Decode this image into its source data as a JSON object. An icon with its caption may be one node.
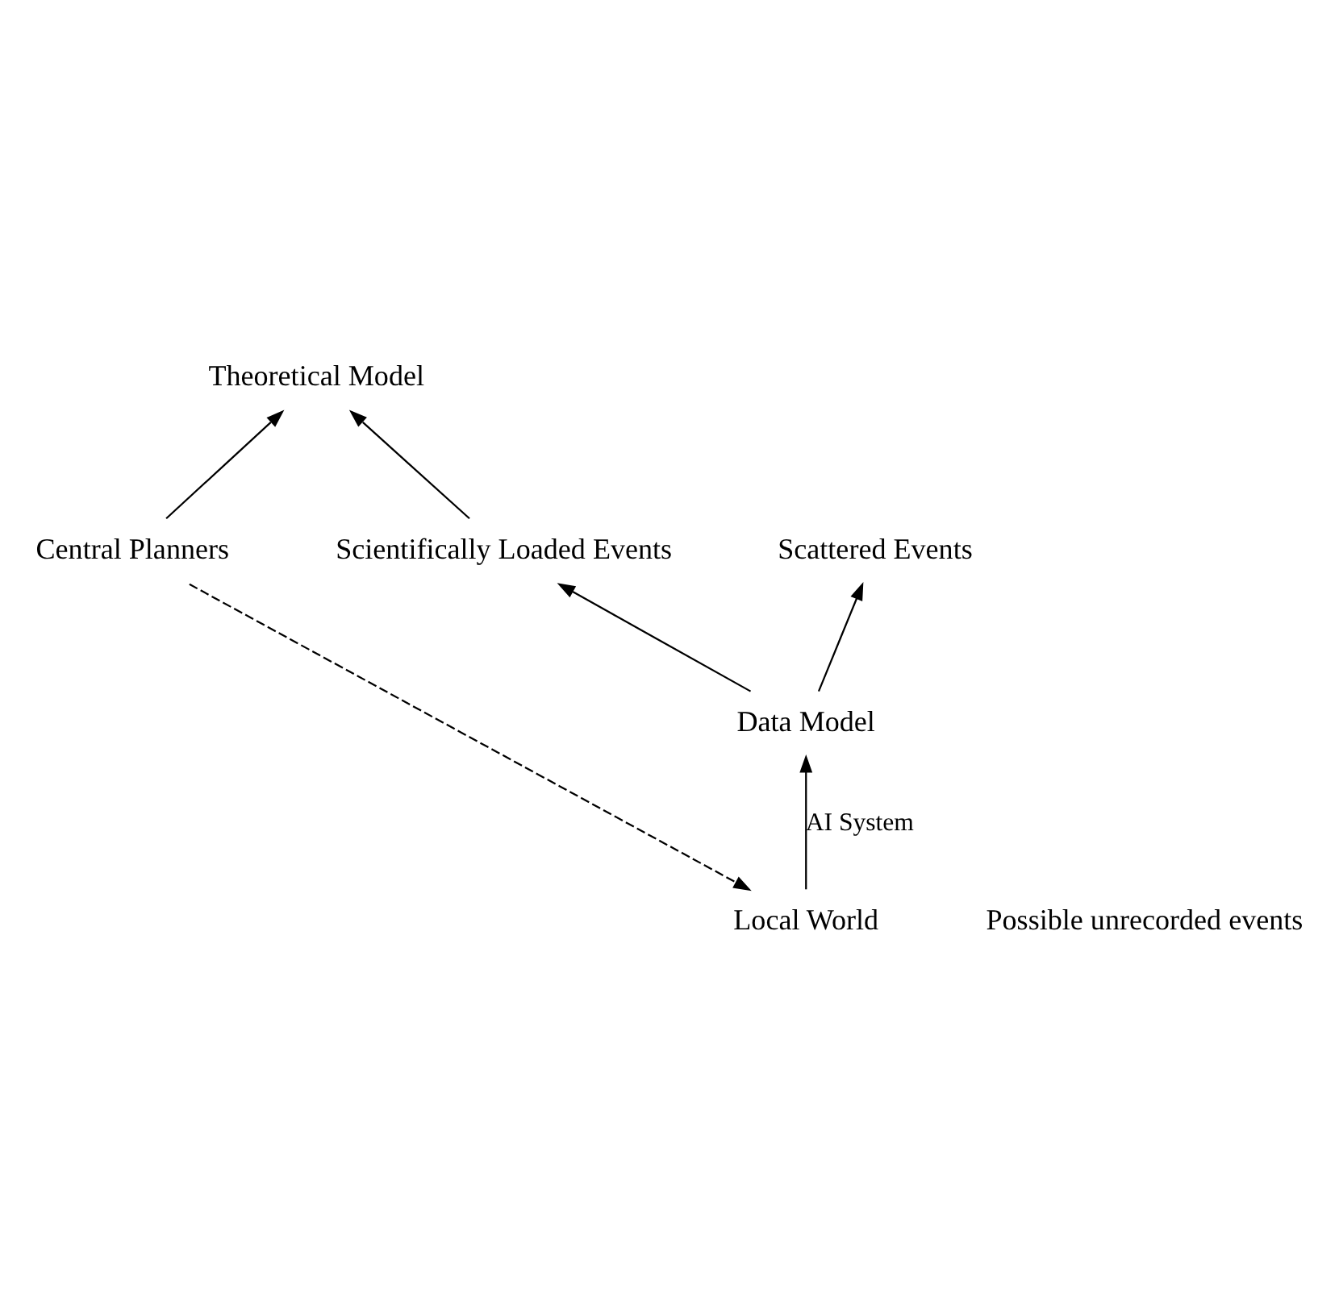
{
  "diagram": {
    "nodes": [
      {
        "text": [
          "Central Planners"
        ]
      },
      {
        "text": [
          "Theoretical Model"
        ]
      },
      {
        "text": [
          "Scientifically Loaded Events"
        ]
      },
      {
        "text": [
          "Data Model"
        ]
      },
      {
        "text": [
          "Scattered Events"
        ]
      },
      {
        "text": [
          "Local World"
        ]
      }
    ],
    "edges": [
      {
        "from": 0,
        "to": 1,
        "arrow": "to"
      },
      {
        "from": 2,
        "to": 1,
        "arrow": "to"
      },
      {
        "from": 3,
        "to": 2,
        "arrow": "to"
      },
      {
        "from": 3,
        "to": 4,
        "arrow": "to"
      },
      {
        "from": 5,
        "to": 3,
        "arrow": "to",
        "label": "AI System"
      },
      {
        "from": 0,
        "to": 5,
        "arrow": "to",
        "style": "dashed"
      }
    ],
    "labels": [
      "Possible unrecorded events"
    ]
  }
}
